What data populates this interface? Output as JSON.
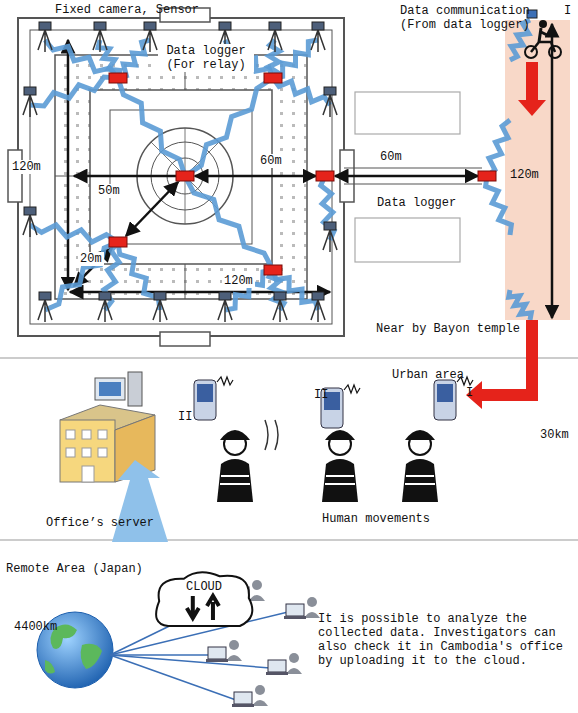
{
  "diagram": {
    "nodes": [
      {
        "text": [
          "CLOUD"
        ]
      }
    ],
    "labels": [
      "Fixed camera, Sensor",
      "Data communication (From data logger)",
      "I",
      "Data logger (For relay)",
      "60m",
      "60m",
      "120m",
      "50m",
      "20m",
      "120m",
      "120m",
      "Data logger",
      "Near by Bayon temple",
      "Urban area",
      "30km",
      "I",
      "II",
      "II",
      "Office’s server",
      "Human movements",
      "Remote Area (Japan)",
      "4400km",
      "It is possible to analyze the collected data. Investigators can also check it in Cambodia's office by uploading it to the cloud."
    ]
  }
}
